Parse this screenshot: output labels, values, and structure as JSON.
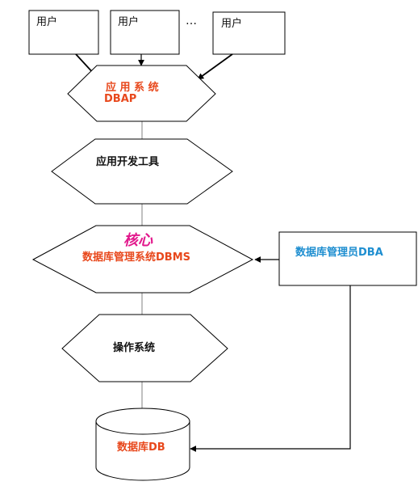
{
  "colors": {
    "accent_red": "#e8481c",
    "accent_blue": "#1e8ed0",
    "core_magenta": "#e2188c",
    "line_gray": "#808080",
    "stroke": "#000000"
  },
  "users": {
    "user1": "用户",
    "user2": "用户",
    "ellipsis": "…",
    "user3": "用户"
  },
  "app_system": {
    "name": "应 用 系 统",
    "abbr": "DBAP"
  },
  "dev_tools": {
    "name": "应用开发工具"
  },
  "dbms": {
    "annotation": "核心",
    "name": "数据库管理系统DBMS"
  },
  "dba": {
    "name": "数据库管理员DBA"
  },
  "os": {
    "name": "操作系统"
  },
  "database": {
    "name": "数据库DB"
  }
}
